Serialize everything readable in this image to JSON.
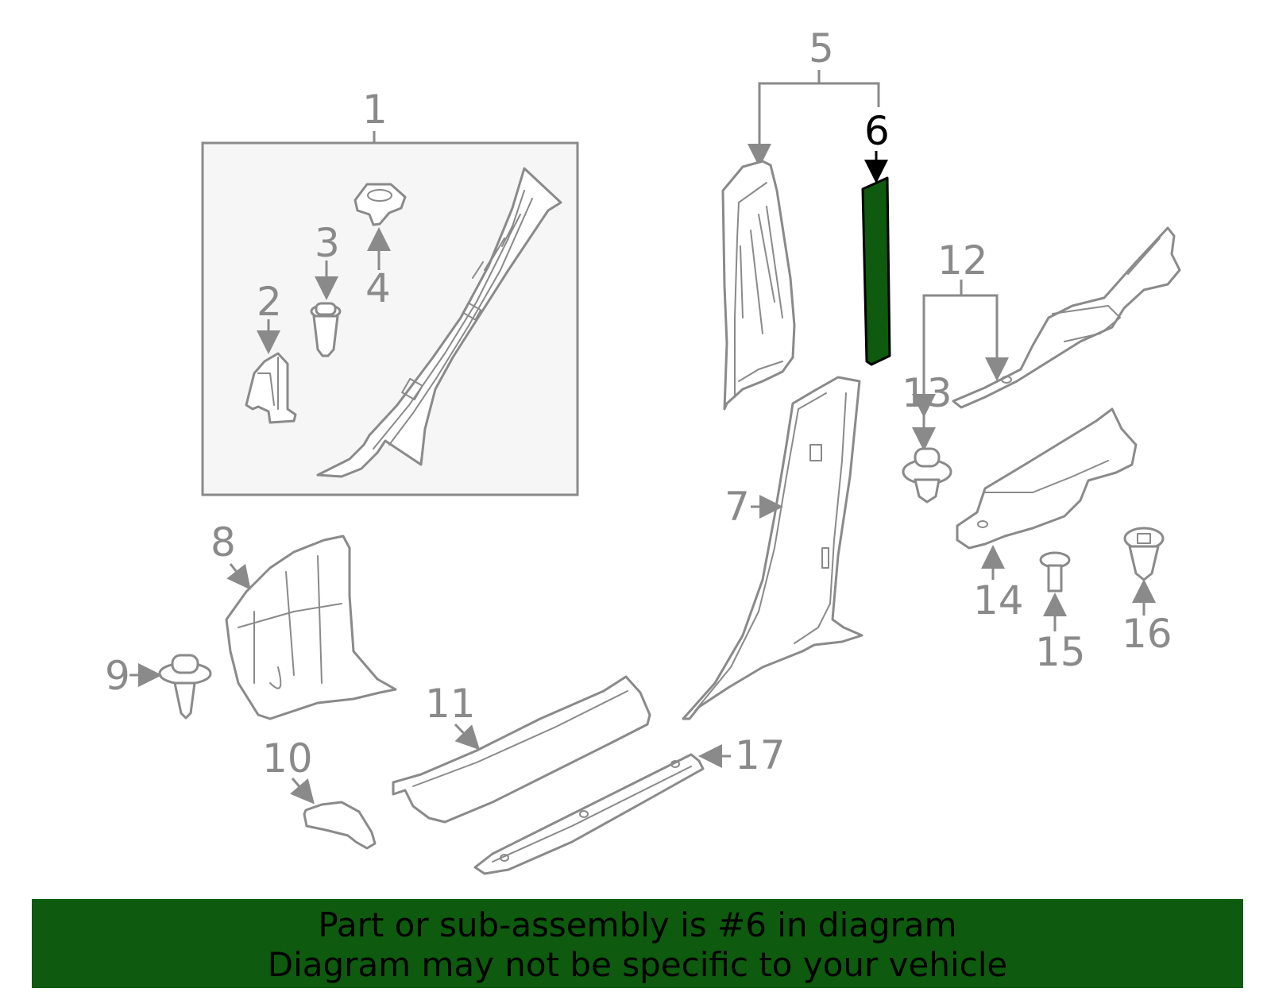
{
  "diagram": {
    "labels": {
      "p1": "1",
      "p2": "2",
      "p3": "3",
      "p4": "4",
      "p5": "5",
      "p6": "6",
      "p7": "7",
      "p8": "8",
      "p9": "9",
      "p10": "10",
      "p11": "11",
      "p12": "12",
      "p13": "13",
      "p14": "14",
      "p15": "15",
      "p16": "16",
      "p17": "17"
    },
    "highlighted_part": "6",
    "highlight_color": "#0e5a0e",
    "line_color": "#8a8a8a",
    "group_box_fill": "#f6f6f6"
  },
  "banner": {
    "line1": "Part or sub-assembly is #6 in diagram",
    "line2": "Diagram may not be specific to your vehicle",
    "background": "#0e5a0e"
  }
}
